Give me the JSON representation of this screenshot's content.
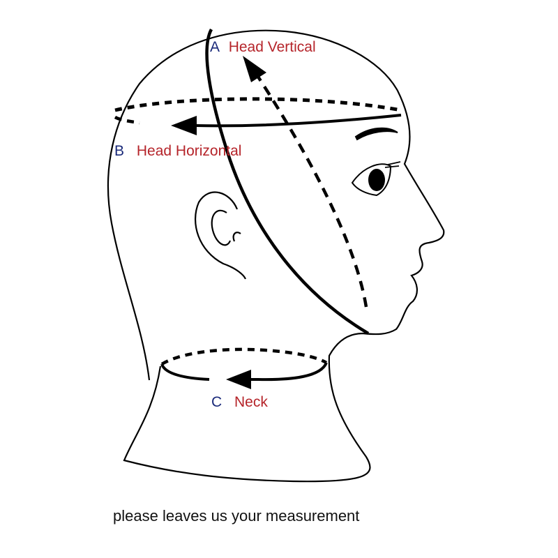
{
  "labels": {
    "a": {
      "letter": "A",
      "text": "Head Vertical"
    },
    "b": {
      "letter": "B",
      "text": "Head Horizontal"
    },
    "c": {
      "letter": "C",
      "text": "Neck"
    }
  },
  "caption": "please leaves us your measurement",
  "colors": {
    "letter": "#1a2a7a",
    "text": "#b5242a",
    "line": "#000000"
  }
}
